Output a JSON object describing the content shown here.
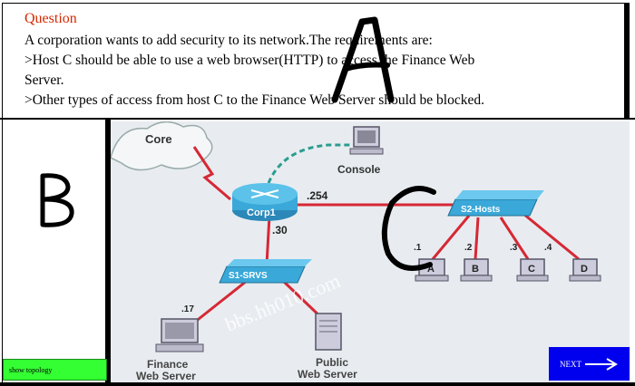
{
  "question": {
    "title": "Question",
    "line1": "A corporation wants to add security to its network.The requirements are:",
    "line2": ">Host C should be able to use a web browser(HTTP) to access the Finance Web",
    "line3": "Server.",
    "line4": ">Other types of access from host C to the Finance Web Server should be blocked."
  },
  "topology": {
    "core": "Core",
    "console": "Console",
    "corp1": "Corp1",
    "ip_254": ".254",
    "ip_30": ".30",
    "s1": "S1-SRVS",
    "s2": "S2-Hosts",
    "ip_17": ".17",
    "finance1": "Finance",
    "finance2": "Web Server",
    "public1": "Public",
    "public2": "Web Server",
    "host_ips": [
      ".1",
      ".2",
      ".3",
      ".4"
    ],
    "hosts": [
      "A",
      "B",
      "C",
      "D"
    ],
    "watermark": "bbs.hh010.com"
  },
  "annotations": {
    "a": "A",
    "b": "B",
    "c": "C"
  },
  "buttons": {
    "show_topology": "show topology",
    "next": "NEXT"
  },
  "colors": {
    "title": "#d62800",
    "link": "#d62835",
    "show_btn": "#33ff33",
    "next_btn": "#0000ee",
    "device": "#3aa8d8"
  }
}
